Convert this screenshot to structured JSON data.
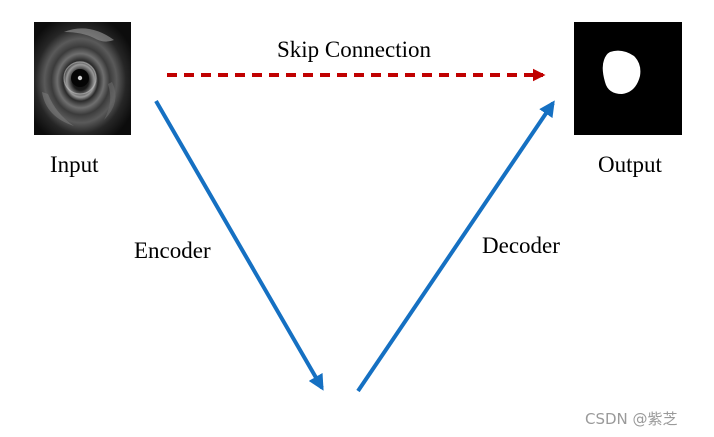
{
  "labels": {
    "skip_connection": "Skip Connection",
    "input": "Input",
    "output": "Output",
    "encoder": "Encoder",
    "decoder": "Decoder"
  },
  "watermark": "CSDN @紫芝",
  "colors": {
    "encoder_decoder_arrow": "#1570c2",
    "skip_arrow": "#c00000",
    "text": "#000000"
  },
  "images": {
    "input": "ultrasound-cross-section",
    "output": "binary-segmentation-mask"
  }
}
